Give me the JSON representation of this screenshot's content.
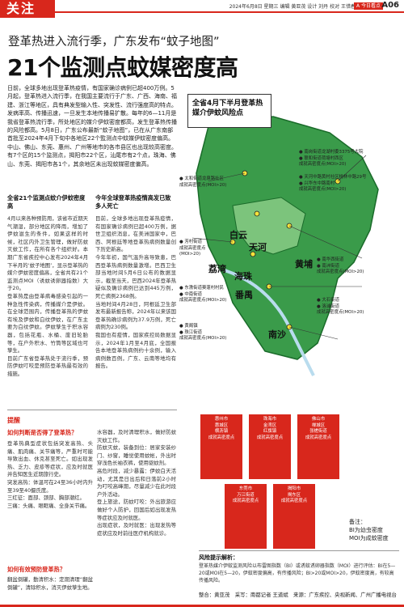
{
  "header": {
    "section_tag": "关注",
    "info": "2024年6月8日  星期三  编辑 黄亚茂  设计 刘丹  校对 王惜春",
    "badge": "A 今日看点",
    "page": "A06"
  },
  "subtitle": "登革热进入流行季，广东发布“蚊子地图”",
  "title": "21个监测点蚊媒密度高",
  "lead": "日前，全球多地出现登革热疫情，有国家确诊病例已超400万例。5月起，登革热进入流行季，在我国主要流行于广东、广西、海南、福建、浙江等地区，具有典发型输入性、突发性、流行强度高的特点。发病率高、传播迅速，一旦发生本地传播易扩散。每年的6—11月是我省登革热流行季，所处地区的媒介伊蚊密度都高，发生登革热传播的风险都高。5月8日，广东公布最新“蚊子地图”，已在从广东南部首批至2024年4月下旬中各地区22个監测点中蚊媒伊蚊密度偏高。中山、佛山、东莞、惠州、广州等地市的各市县区也出现较高密度。有7个区的15个监测点，揭阳市22个区，汕尾市有2个点，珠海、佛山、东莞、揭阳市各1个，其余地区未出现蚊媒密度偏高。",
  "map": {
    "label": "全省4月下半月登革热媒介伊蚊风险点",
    "districts": [
      "白云",
      "天河",
      "黄埔",
      "荔湾",
      "海珠",
      "番禺",
      "南沙"
    ],
    "callouts": [
      "● 南岗街道龙湖村委3375号大院\n● 联和街道荷塘村西区\n成就高密度点(MOI>20)",
      "● 太和街道龙泉路社区\n成就高密度点(MOI>20)",
      "● 天河中路黄村社区桃林中路29号\n● 兴华东中路南村\n成就高密度点(MOI>20)",
      "● 芳村街道\n成就高密度点(MOI>20)",
      "● 东漖街道葵蓬村村民\n● 中南街道\n成就高密度点(MOI>20)",
      "● 南华西街道\n● 南洲街道\n成就高密度点(MOI>20)",
      "● 大石街道\n● 洛浦街道\n成就高密度点(MOI>20)",
      "● 黄阁镇\n● 珠江街道\n成就高密度点(MOI>20)"
    ]
  },
  "left_column": {
    "heading": "全省21个监测点蚊介伊蚊密度高",
    "text": "4月以来各种预防用，该省市近期天气潮湿，部分地区的降雨，增加了伊蚊滋生的条件，如果这样的时候，社区内外卫生管理，做好防蚊灭蚊工作，在所有各个组织好。本期广东省疾控中心发布2024年4月下半月的‘蚊子地图’，显示登革热的媒介伊蚊密度偏高，全省共有21个监测点MOI（诱蚊诱卵器指数）大于20。\n登革热是由登革病毒感染引起的一种急性传染病，传播媒介是伊蚊。在全球范围内，传播登革热的伊蚊有埃及伊蚊和白纹伊蚊，在广东主要为白纹伊蚊。伊蚊孳生于积水容器，包括花瓶、水桶、废旧轮胎等，在户外积水、竹筒等区域也可孳生。\n目前广东省登革热处于流行季，预防伊蚊叮咬是预防登革热最有效的措施。"
  },
  "mid_column": {
    "heading": "今年全球登革热疫情高发已致多人死亡",
    "text": "目前，全球多地出现登革热疫情，有国家确诊病例已超400万例，据世卫组织消息，在美洲国家中，巴西、阿根廷等地登革热病例数量创下历史新高。\n今年年初，国气温升高导致患，巴西登革热病例数量激增。巴西卫生部当地时间5月6日公布的数据显示，截至当天，巴西2024年登革热疑似及确诊病例已达到445万例，死亡病例2368例。\n当地时间4月28日，阿根廷卫生部发布最新报告称，2024年以来该国登革热确诊病例为37.9万例，死亡病例为230例。\n我国也有疫情，国家疾控局数据显示，2024年1月至4月底，全国报告本地登革热病例约十余例，输入病例数百例，广东、云南等地均有报告。"
  },
  "tips": {
    "label": "提醒",
    "q1": "如何判断是否得了登革热？",
    "q1_text": "登革热典型症状包括突发高热、头痛、肌肉痛、关节痛等，严重时可能导致出血、休克甚至死亡。如出现发热、乏力、皮疹等症状，应及时就医并告知医生近期旅行史。\n突发高热：体温可在24至36小时内升至39至40摄氏度。\n三红征：面部、颈部、胸部潮红。\n三痛：头痛、眼眶痛、全身关节痛。",
    "q2": "如何有效预防登革热？",
    "q2_text": "翻盆倒罐，勤清积水：定期清理“翻盆倒罐”，清除积水，消灭伊蚊孳生地。"
  },
  "prevent_column": {
    "text": "水容器，及时清理积水，做好防蚊灭蚊工作。\n防蚊灭蚊，装备到位：居家安装纱门、纱窗，睡觉使用蚊帐，外出时穿浅色长袖衣裤，使用驱蚊剂。\n高危时段，减少暴露：伊蚊白天活动，尤其是日出后和日落前2小时为叮咬高峰期，尽量减少在此时段户外活动。\n登上旅途，防蚊叮咬：外出旅游应做好个人防护，回国后如出现发热等症状应及时就医。\n出现症状，及时就医：出现发热等症状应及时前往医疗机构就诊。"
  },
  "mosquito_points": [
    "惠州市\n惠城区\n横沥镇\n成就高密度点",
    "珠海市\n金湾区\n红旗镇\n成就高密度点",
    "佛山市\n禅城区\n张槎街道\n成就高密度点",
    "东莞市\n万江街道\n成就高密度点",
    "揭阳市\n揭东区\n成就高密度点"
  ],
  "legend_note": "备注：\nBI为幼虫密度\nMOI为成蚊密度",
  "risk": {
    "title": "风险提示解析：",
    "text": "登革热媒介伊蚊监测风险以布雷图指数（BI）或诱蚊诱卵器指数（MOI）进行评估：BI在5—20或MOI在5—20，伊蚊密度偏高，有传播风险；BI>20或MOI>20，伊蚊密度高，有较高传播风险。"
  },
  "credits": "整合：黄亚茂　采写：南都记者 王道斌　来源：广东疾控、央视新闻、广州广播电视台",
  "colors": {
    "accent": "#d8271c",
    "map_green": "#1f8a3a",
    "map_land": "#3a9b4a",
    "hotspot": "#f5e33b"
  }
}
